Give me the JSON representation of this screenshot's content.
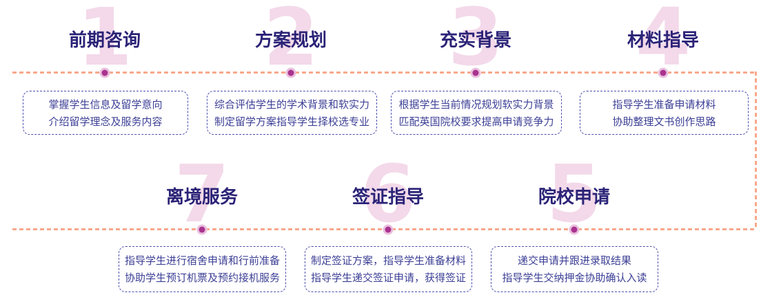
{
  "diagram": {
    "description": "study-abroad application service 7-step process flow"
  },
  "steps": [
    {
      "number": "1",
      "title": "前期咨询",
      "lines": [
        "掌握学生信息及留学意向",
        "介绍留学理念及服务内容"
      ]
    },
    {
      "number": "2",
      "title": "方案规划",
      "lines": [
        "综合评估学生的学术背景和软实力",
        "制定留学方案指导学生择校选专业"
      ]
    },
    {
      "number": "3",
      "title": "充实背景",
      "lines": [
        "根据学生当前情况规划软实力背景",
        "匹配英国院校要求提高申请竞争力"
      ]
    },
    {
      "number": "4",
      "title": "材料指导",
      "lines": [
        "指导学生准备申请材料",
        "协助整理文书创作思路"
      ]
    },
    {
      "number": "5",
      "title": "院校申请",
      "lines": [
        "递交申请并跟进录取结果",
        "指导学生交纳押金协助确认入读"
      ]
    },
    {
      "number": "6",
      "title": "签证指导",
      "lines": [
        "制定签证方案，指导学生准备材料",
        "指导学生递交签证申请，获得签证"
      ]
    },
    {
      "number": "7",
      "title": "离境服务",
      "lines": [
        "指导学生进行宿舍申请和行前准备",
        "协助学生预订机票及预约接机服务"
      ]
    }
  ],
  "colors": {
    "number_pink": "#F3D9E9",
    "title_purple": "#2B2377",
    "box_border": "#4B4EAC",
    "box_text": "#3C3F95",
    "connector_peach": "#F8A88B",
    "dot_magenta": "#A9338F",
    "dot_halo": "#EABFDE",
    "background": "#FFFFFF"
  }
}
